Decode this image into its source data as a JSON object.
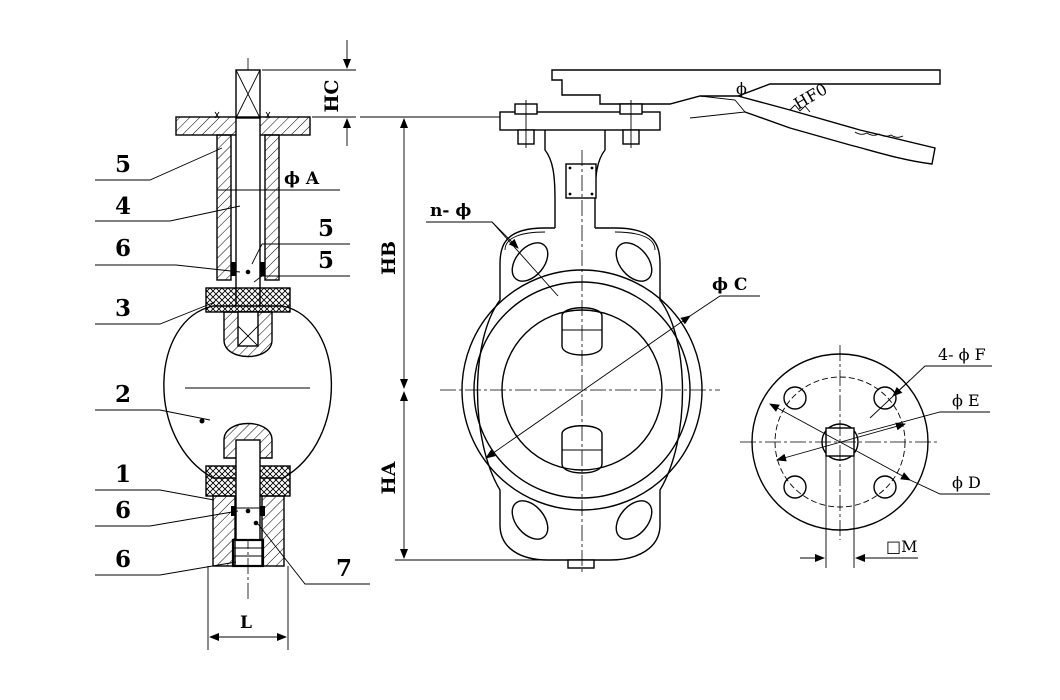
{
  "part_callouts": {
    "p5a": "5",
    "p4": "4",
    "p5b": "5",
    "p6a": "6",
    "p5c": "5",
    "p3": "3",
    "p2": "2",
    "p1": "1",
    "p6b": "6",
    "p7": "7",
    "p6c": "6"
  },
  "dimensions": {
    "hc": "HC",
    "phi_a": "ϕ A",
    "hb": "HB",
    "ha": "HA",
    "l": "L",
    "n_phi": "n- ϕ",
    "phi_c": "ϕ C",
    "four_phi_f": "4- ϕ F",
    "phi_e": "ϕ E",
    "phi_d": "ϕ D",
    "square_m": "□M"
  },
  "handle_markings": {
    "lock": "ϕ",
    "plate": "HF0"
  }
}
